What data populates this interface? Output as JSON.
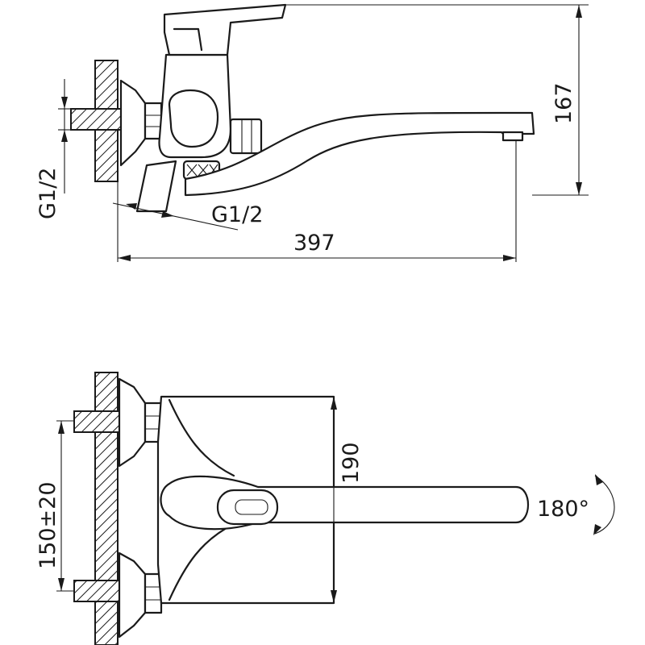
{
  "dimensions": {
    "inlet_thread_side": "G1/2",
    "inlet_thread_front": "G1/2",
    "total_length": "397",
    "total_height": "167",
    "body_height": "190",
    "inlet_spacing": "150±20",
    "rotation": "180°"
  }
}
